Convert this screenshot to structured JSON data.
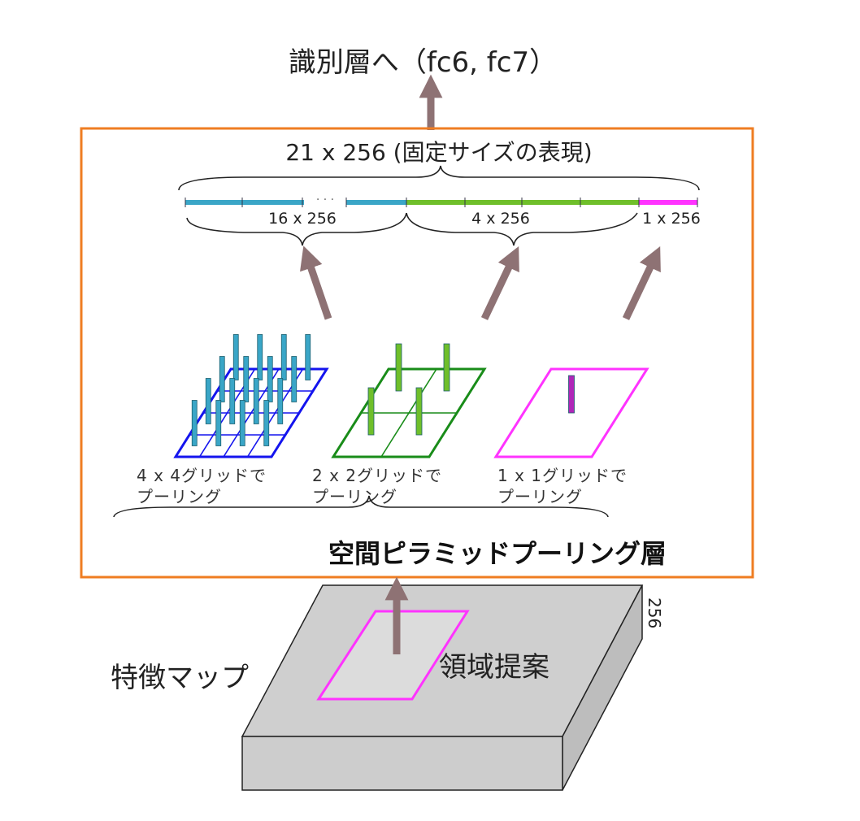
{
  "output_label": "識別層へ（fc6, fc7）",
  "fixed_size_label": "21 x 256 (固定サイズの表現)",
  "segment_labels": {
    "grid4": "16 x 256",
    "grid2": "4 x 256",
    "grid1": "1 x 256"
  },
  "ellipsis": ". . .",
  "grid_labels": {
    "grid4": [
      "4 x 4グリッドで",
      "プーリング"
    ],
    "grid2": [
      "2 x 2グリッドで",
      "プーリング"
    ],
    "grid1": [
      "1 x 1グリッドで",
      "プーリング"
    ]
  },
  "layer_title": "空間ピラミッドプーリング層",
  "feature_map_label": "特徴マップ",
  "region_label": "領域提案",
  "depth_label": "256",
  "colors": {
    "frame": "#ef7d22",
    "arrow": "#8e7274",
    "grid4": "#1414ee",
    "grid4_bar": "#3aa6c7",
    "grid2": "#198c19",
    "grid2_bar": "#6fbf2a",
    "grid1": "#ff33ff",
    "grid1_bar": "#b026b8",
    "box": "#cfcfcf"
  },
  "grids": {
    "grid4": 4,
    "grid2": 2,
    "grid1": 1
  }
}
